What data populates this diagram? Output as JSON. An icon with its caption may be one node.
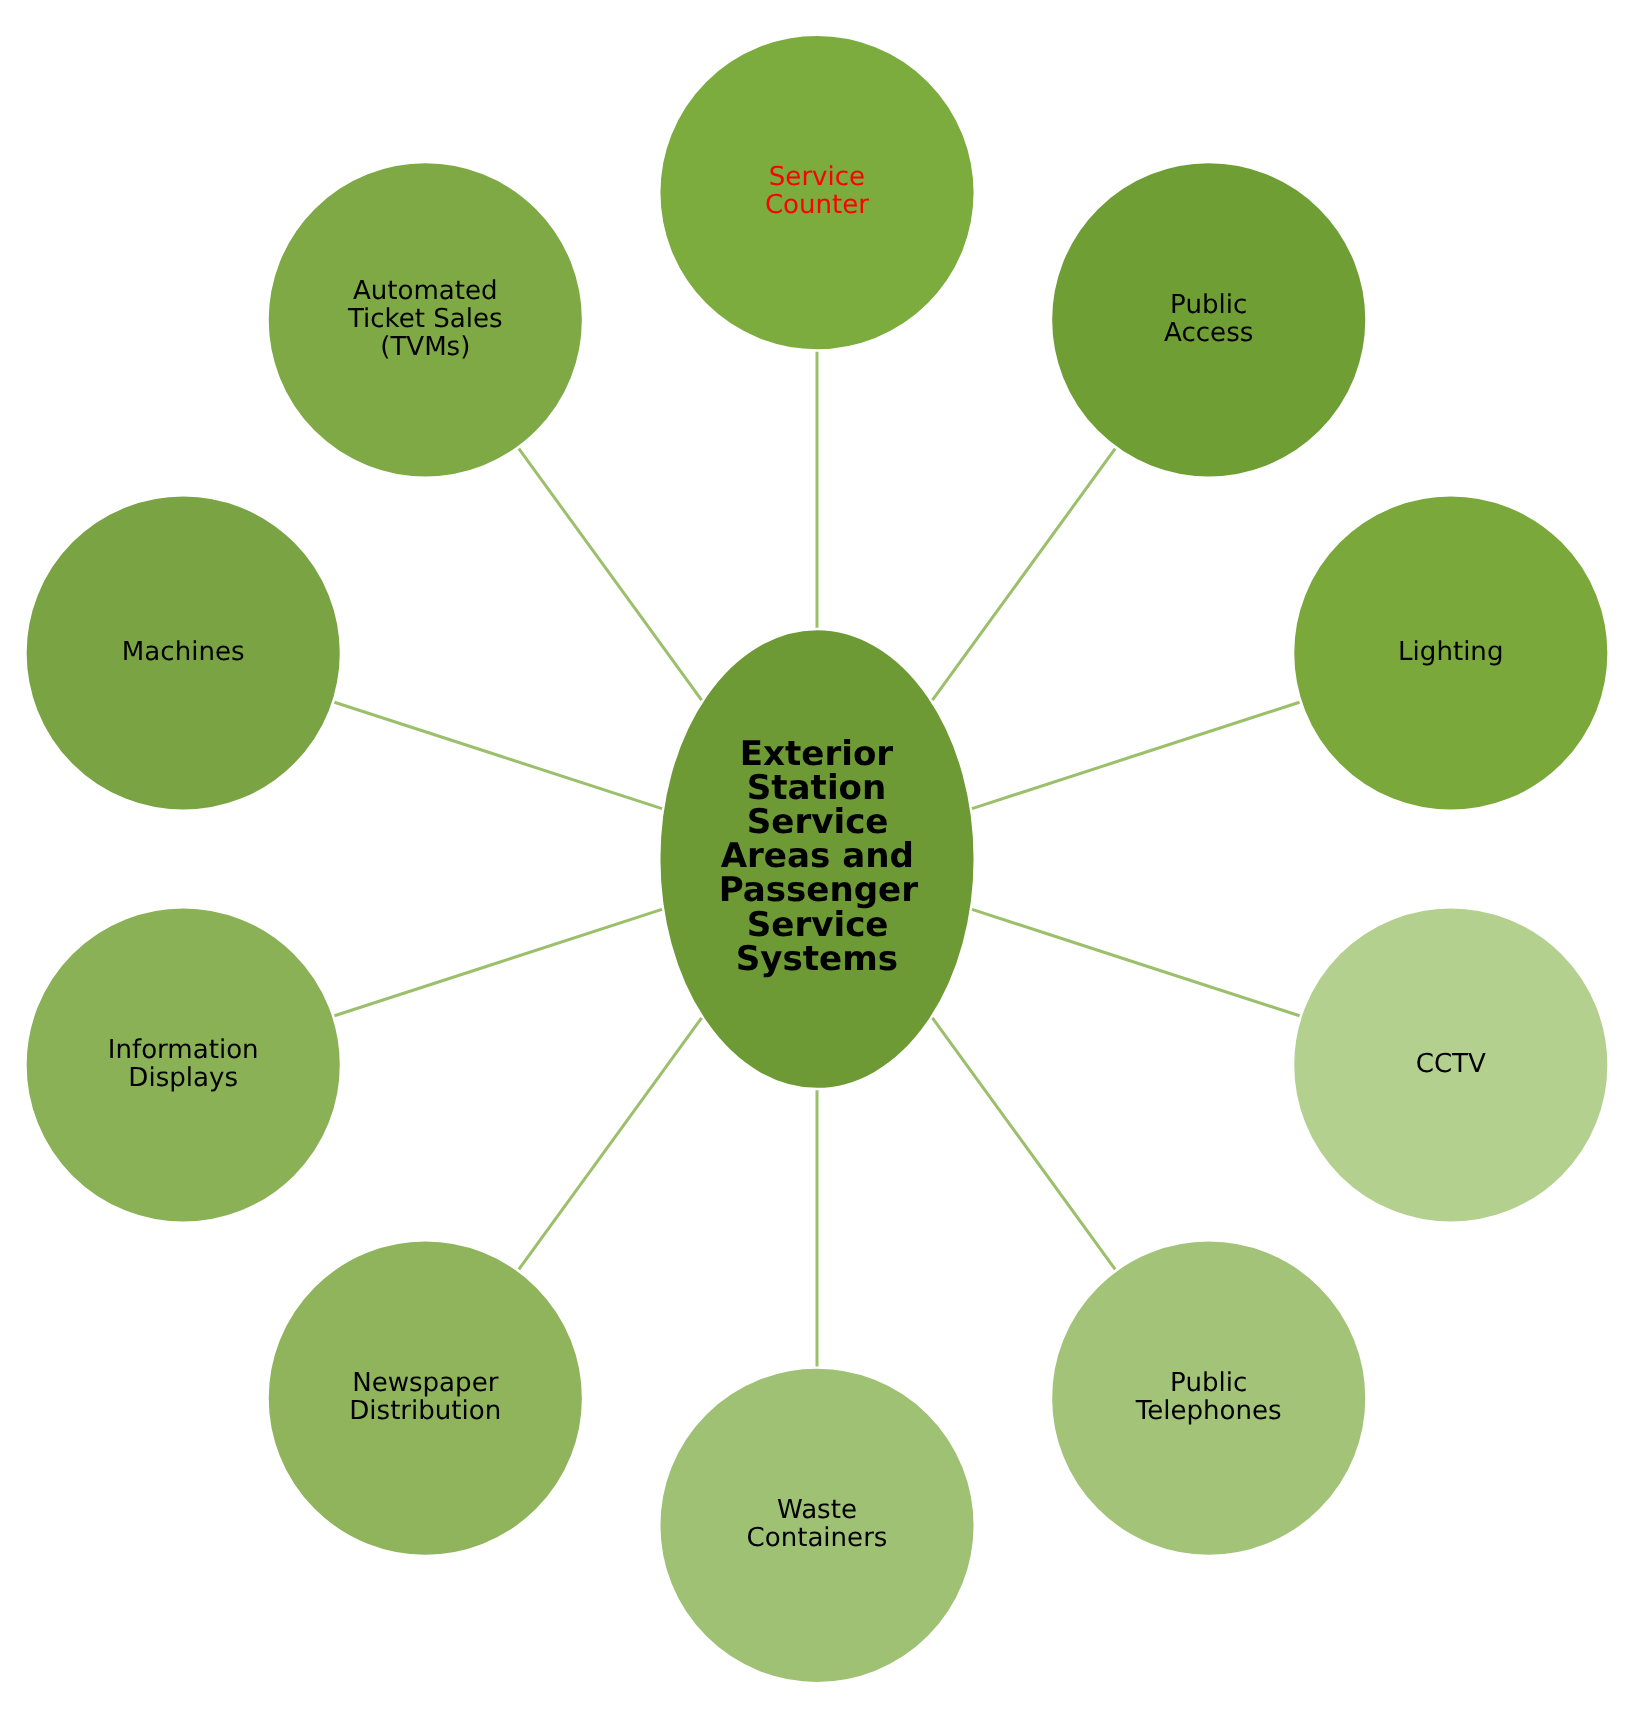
{
  "diagram": {
    "nodes": [
      {
        "text": [
          "Exterior Station Service Areas and Passenger Service Systems"
        ]
      },
      {
        "text": [
          "Lighting"
        ]
      },
      {
        "text": [
          "Public Access"
        ]
      },
      {
        "text": [
          "Service Counter"
        ]
      },
      {
        "text": [
          "Automated Ticket Sales (TVMs)"
        ]
      },
      {
        "text": [
          "Machines"
        ]
      },
      {
        "text": [
          "Information Displays"
        ]
      },
      {
        "text": [
          "Newspaper Distribution"
        ]
      },
      {
        "text": [
          "Waste Containers"
        ]
      },
      {
        "text": [
          "Public Telephones"
        ]
      },
      {
        "text": [
          "CCTV"
        ]
      }
    ],
    "edges": [
      {
        "from": 0,
        "to": 1,
        "arrow": "none"
      },
      {
        "from": 0,
        "to": 2,
        "arrow": "none"
      },
      {
        "from": 0,
        "to": 3,
        "arrow": "none"
      },
      {
        "from": 0,
        "to": 4,
        "arrow": "none"
      },
      {
        "from": 0,
        "to": 5,
        "arrow": "none"
      },
      {
        "from": 0,
        "to": 6,
        "arrow": "none"
      },
      {
        "from": 0,
        "to": 7,
        "arrow": "none"
      },
      {
        "from": 0,
        "to": 8,
        "arrow": "none"
      },
      {
        "from": 0,
        "to": 9,
        "arrow": "none"
      },
      {
        "from": 0,
        "to": 10,
        "arrow": "none"
      }
    ]
  }
}
